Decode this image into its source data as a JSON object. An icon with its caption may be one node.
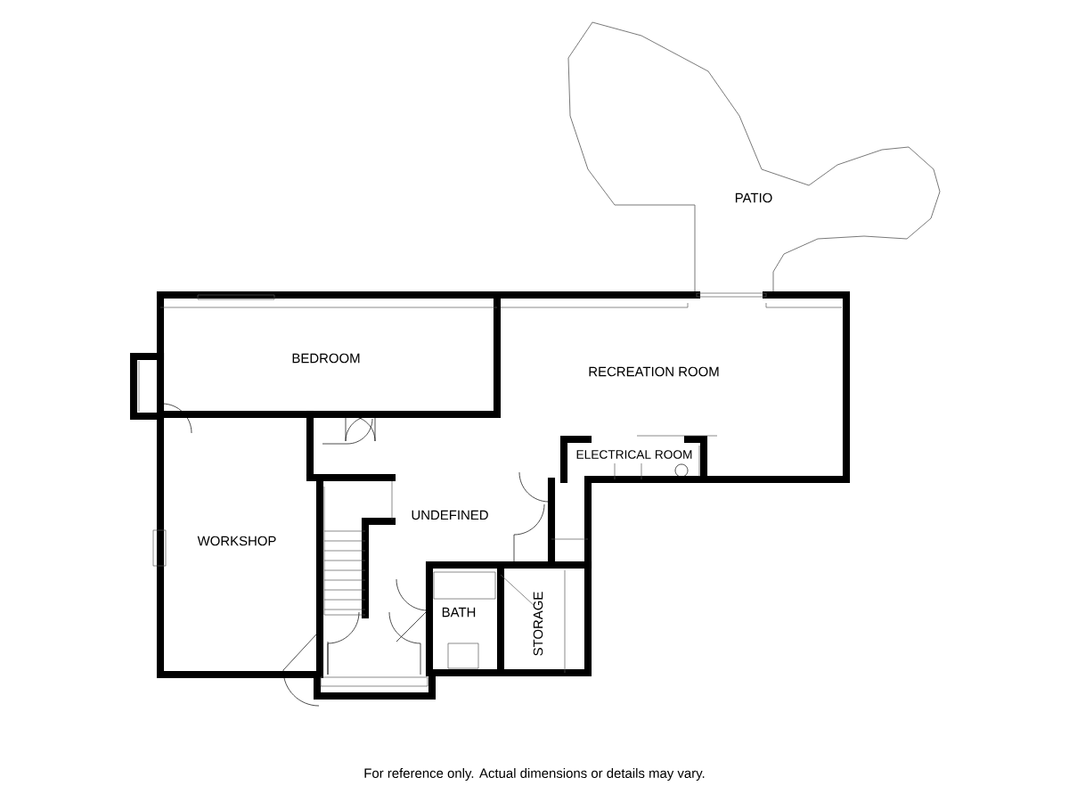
{
  "diagram": {
    "caption": "For reference only. Actual dimensions or details may vary.",
    "nodes": [
      {
        "text": [
          "PATIO"
        ]
      },
      {
        "text": [
          "BEDROOM"
        ]
      },
      {
        "text": [
          "RECREATION ROOM"
        ]
      },
      {
        "text": [
          "ELECTRICAL ROOM"
        ]
      },
      {
        "text": [
          "UNDEFINED"
        ]
      },
      {
        "text": [
          "WORKSHOP"
        ]
      },
      {
        "text": [
          "BATH"
        ]
      },
      {
        "text": [
          "STORAGE"
        ]
      }
    ]
  }
}
